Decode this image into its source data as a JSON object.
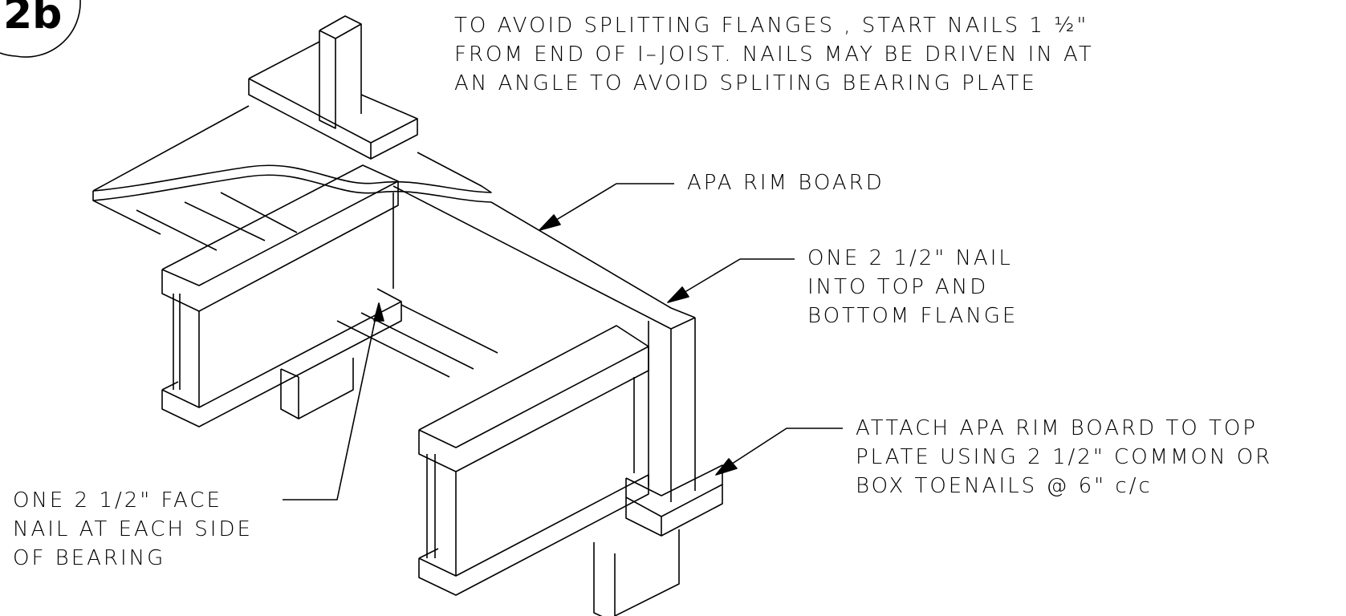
{
  "detail": {
    "id": "2b"
  },
  "notes": {
    "nail_start": {
      "lines": [
        "TO AVOID SPLITTING FLANGES , START NAILS 1 ½\"",
        "FROM END OF I–JOIST. NAILS MAY BE DRIVEN IN AT",
        "AN ANGLE TO AVOID SPLITING BEARING PLATE"
      ]
    },
    "rim_board": {
      "lines": [
        "APA RIM BOARD"
      ]
    },
    "flange_nail": {
      "lines": [
        "ONE 2 1/2\" NAIL",
        "INTO TOP AND",
        "BOTTOM FLANGE"
      ]
    },
    "toenail": {
      "lines": [
        "ATTACH APA RIM BOARD TO TOP",
        "PLATE USING 2 1/2\" COMMON OR",
        "BOX TOENAILS @ 6\" c/c"
      ]
    },
    "face_nail": {
      "lines": [
        "ONE 2 1/2\" FACE",
        "NAIL AT EACH SIDE",
        "OF BEARING"
      ]
    }
  }
}
